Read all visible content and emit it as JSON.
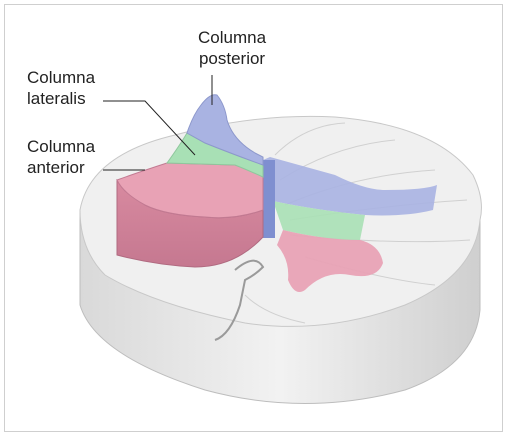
{
  "labels": {
    "posterior": {
      "line1": "Columna",
      "line2": "posterior"
    },
    "lateralis": {
      "line1": "Columna",
      "line2": "lateralis"
    },
    "anterior": {
      "line1": "Columna",
      "line2": "anterior"
    }
  },
  "colors": {
    "posterior": "#a9b3e2",
    "lateralis": "#a8e0b5",
    "anterior": "#e8a2b5",
    "white_matter": "#eeeeee",
    "frame": "#cfcfcf"
  }
}
